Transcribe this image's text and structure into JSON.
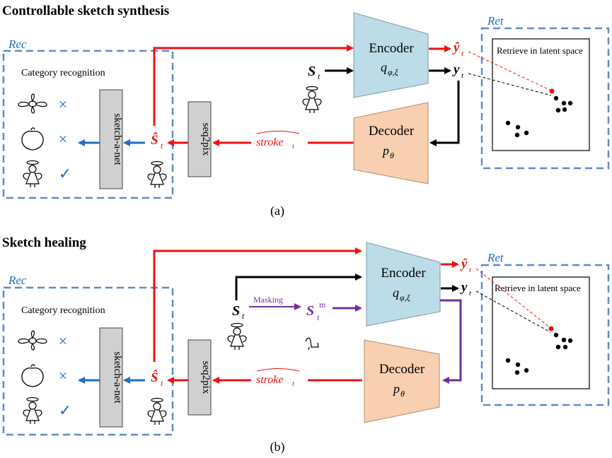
{
  "panel_a": {
    "title": "Controllable sketch synthesis",
    "caption": "(a)",
    "rec_label": "Rec",
    "ret_label": "Ret",
    "category_recognition": "Category recognition",
    "classifier": "sketch-a-net",
    "renderer": "seq2pix",
    "encoder": "Encoder",
    "encoder_param": "q",
    "encoder_sub": "φ,ξ",
    "decoder": "Decoder",
    "decoder_param": "p",
    "decoder_sub": "θ",
    "input": "S",
    "input_sub": "t",
    "latent_hat": "ŷ",
    "latent": "y",
    "latent_sub": "t",
    "stroke": "stroke",
    "stroke_sub": "t",
    "output": "Ŝ",
    "output_sub": "t",
    "retrieve": "Retrieve in latent space",
    "marks": [
      "×",
      "×",
      "✓"
    ]
  },
  "panel_b": {
    "title": "Sketch healing",
    "caption": "(b)",
    "rec_label": "Rec",
    "ret_label": "Ret",
    "category_recognition": "Category recognition",
    "classifier": "sketch-a-net",
    "renderer": "seq2pix",
    "encoder": "Encoder",
    "encoder_param": "q",
    "encoder_sub": "φ,ξ",
    "decoder": "Decoder",
    "decoder_param": "p",
    "decoder_sub": "θ",
    "input": "S",
    "input_sub": "t",
    "masking": "Masking",
    "masked": "S",
    "masked_sup": "m",
    "masked_sub": "t",
    "latent_hat": "ŷ",
    "latent": "y",
    "latent_sub": "t",
    "stroke": "stroke",
    "stroke_sub": "t",
    "output": "Ŝ",
    "output_sub": "t",
    "retrieve": "Retrieve in latent space",
    "marks": [
      "×",
      "×",
      "✓"
    ]
  },
  "colors": {
    "red": "#ee1111",
    "black": "#000000",
    "blue": "#1f6fc0",
    "purple": "#7030a0",
    "dash_blue": "#5b8bd0",
    "encoder_fill": "#bcdce8",
    "decoder_fill": "#f8cfb0",
    "gray_box": "#d0d0d0"
  }
}
